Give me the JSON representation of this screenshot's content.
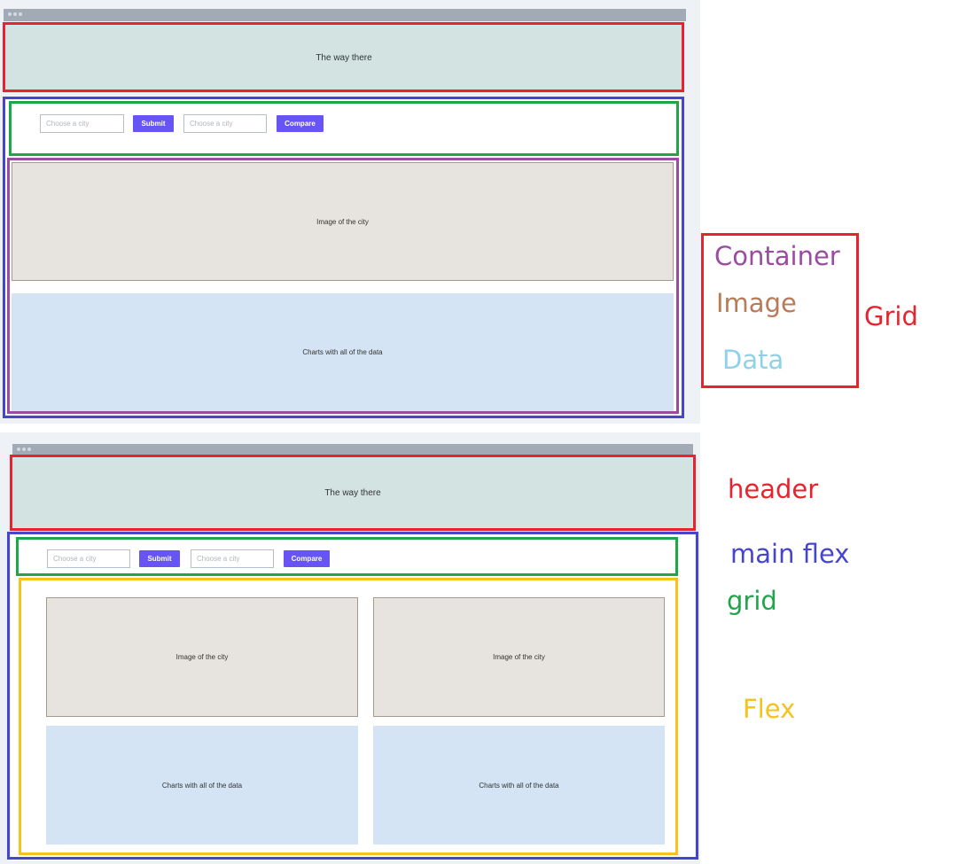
{
  "mockup": {
    "header_text": "The way there",
    "input_placeholder": "Choose a city",
    "submit_label": "Submit",
    "compare_label": "Compare",
    "image_label": "Image of the city",
    "data_label": "Charts with all of the data"
  },
  "legend_top": {
    "container": "Container",
    "image": "Image",
    "data": "Data",
    "grid": "Grid"
  },
  "legend_bottom": {
    "header": "header",
    "main_flex": "main flex",
    "grid": "grid",
    "flex": "Flex"
  },
  "colors": {
    "red": "#e8232e",
    "blue": "#4545d0",
    "green": "#1fa64a",
    "purple": "#9b4ba0",
    "brown": "#b97a57",
    "light_blue": "#8fd1e8",
    "yellow": "#f7c21c",
    "accent": "#6655f4"
  }
}
